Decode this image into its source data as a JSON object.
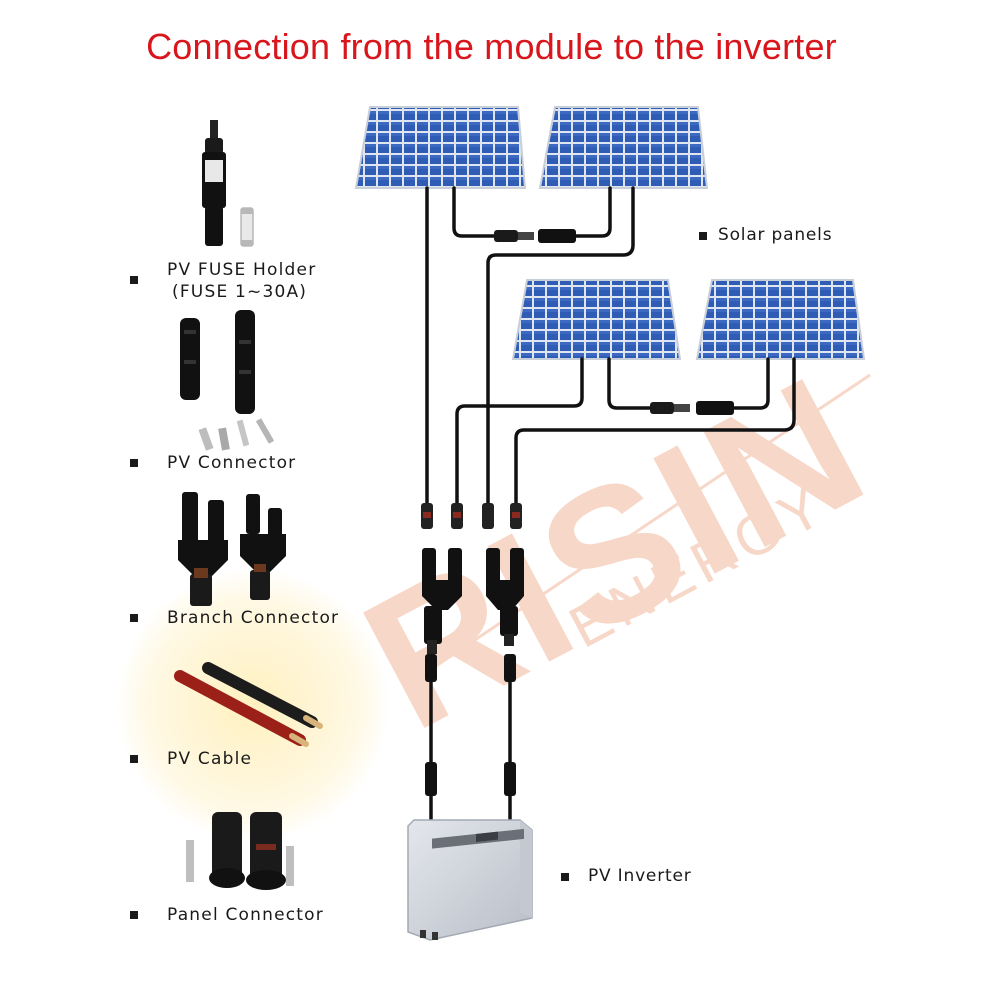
{
  "title": "Connection from the module to the inverter",
  "legend": {
    "fuse_holder": "PV FUSE Holder",
    "fuse_range": "(FUSE 1~30A)",
    "connector": "PV Connector",
    "branch": "Branch Connector",
    "cable": "PV Cable",
    "panel_connector": "Panel Connector"
  },
  "callouts": {
    "solar_panels": "Solar panels",
    "inverter": "PV Inverter"
  },
  "watermark": {
    "brand": "RISIN",
    "sub": "ENERGY"
  },
  "colors": {
    "title": "#d9161c",
    "panel_cell": "#2f5cb5",
    "cable": "#111111",
    "watermark": "#f1b79c"
  }
}
